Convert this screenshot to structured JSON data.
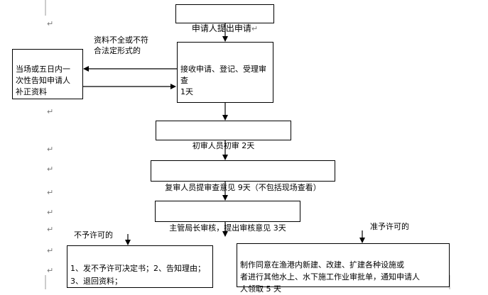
{
  "paragraph_mark": "↵",
  "nodes": {
    "apply": "申请人提出申请",
    "receive": "接收申请、登记、受理审查\n1天",
    "supplement": "当场或五日内一\n次性告知申请人\n补正资料",
    "first_review": "初审人员初审 2天",
    "second_review": "复审人员提审查意见 9天（不包括现场查看）",
    "director": "主管局长审核，提出审核意见 3天",
    "reject": "1、发不予许可决定书；2、告知理由；\n3、退回资料；",
    "approve": "制作同意在渔港内新建、改建、扩建各种设施或\n者进行其他水上、水下施工作业审批单，通知申请人\n人领取 5 天"
  },
  "labels": {
    "incomplete": "资料不全或不符\n合法定形式的",
    "not_permit": "不予许可的",
    "permit": "准予许可的"
  }
}
